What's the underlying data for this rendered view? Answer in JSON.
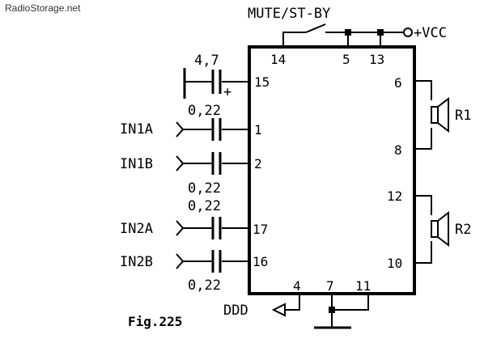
{
  "watermark": "RadioStorage.net",
  "figure_label": "Fig.225",
  "labels": {
    "mute": "MUTE/ST-BY",
    "vcc": "+VCC",
    "ground_symbol": "DDD",
    "cap_top": "4,7",
    "cap_plus": "+",
    "cap_22_a": "0,22",
    "cap_22_b": "0,22",
    "cap_22_c": "0,22",
    "in1a": "IN1A",
    "in1b": "IN1B",
    "in2a": "IN2A",
    "in2b": "IN2B",
    "r1": "R1",
    "r2": "R2"
  },
  "pins": {
    "p14": "14",
    "p5": "5",
    "p13": "13",
    "p15": "15",
    "p1": "1",
    "p2": "2",
    "p17": "17",
    "p16": "16",
    "p6": "6",
    "p8": "8",
    "p12": "12",
    "p10": "10",
    "p4": "4",
    "p7": "7",
    "p11": "11"
  }
}
